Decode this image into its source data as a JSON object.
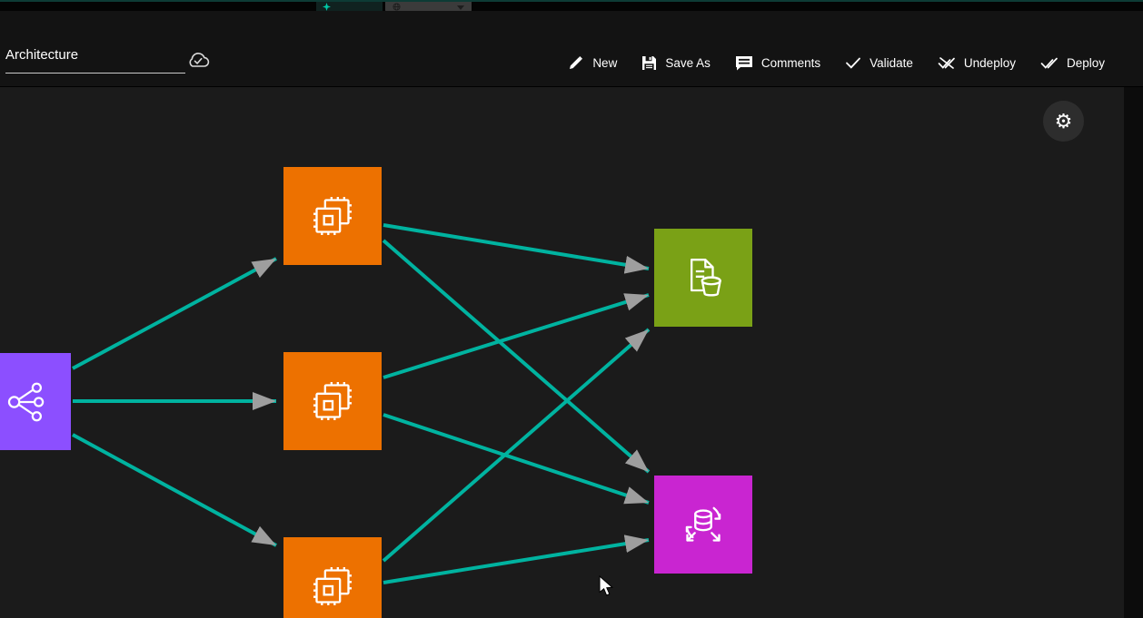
{
  "window": {
    "app_tab_label": "",
    "locale_label": ""
  },
  "toolbar": {
    "diagram_name": "Architecture",
    "cloud_status": "saved-to-cloud",
    "buttons": [
      {
        "id": "new",
        "label": "New"
      },
      {
        "id": "save-as",
        "label": "Save As"
      },
      {
        "id": "comments",
        "label": "Comments"
      },
      {
        "id": "validate",
        "label": "Validate"
      },
      {
        "id": "undeploy",
        "label": "Undeploy"
      },
      {
        "id": "deploy",
        "label": "Deploy"
      }
    ]
  },
  "canvas": {
    "settings_icon": "gear-icon",
    "gear_glyph": "⚙",
    "edge_color": "#00B3A0",
    "arrow_color": "#9E9E9E",
    "nodes": [
      {
        "id": "network-source",
        "category": "networking",
        "color": "#8C4FFF",
        "icon": "share-network-icon"
      },
      {
        "id": "compute-1",
        "category": "compute",
        "color": "#ED7100",
        "icon": "chip-instances-icon"
      },
      {
        "id": "compute-2",
        "category": "compute",
        "color": "#ED7100",
        "icon": "chip-instances-icon"
      },
      {
        "id": "compute-3",
        "category": "compute",
        "color": "#ED7100",
        "icon": "chip-instances-icon"
      },
      {
        "id": "storage",
        "category": "storage",
        "color": "#7AA116",
        "icon": "document-bucket-icon"
      },
      {
        "id": "database",
        "category": "database",
        "color": "#C925D1",
        "icon": "database-sync-icon"
      }
    ],
    "edges": [
      {
        "from": "network-source",
        "to": "compute-1"
      },
      {
        "from": "network-source",
        "to": "compute-2"
      },
      {
        "from": "network-source",
        "to": "compute-3"
      },
      {
        "from": "compute-1",
        "to": "storage"
      },
      {
        "from": "compute-1",
        "to": "database"
      },
      {
        "from": "compute-2",
        "to": "storage"
      },
      {
        "from": "compute-2",
        "to": "database"
      },
      {
        "from": "compute-3",
        "to": "storage"
      },
      {
        "from": "compute-3",
        "to": "database"
      }
    ]
  }
}
